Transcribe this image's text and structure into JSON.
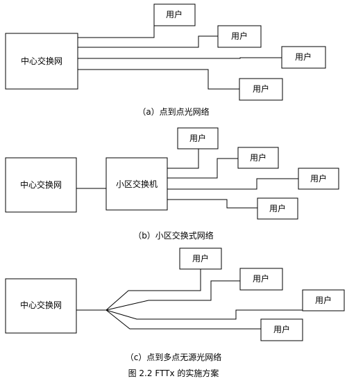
{
  "diagram_a": {
    "central_label": "中心交换网",
    "users": [
      "用户",
      "用户",
      "用户",
      "用户"
    ],
    "caption": "（a）点到点光网络"
  },
  "diagram_b": {
    "central_label": "中心交换网",
    "district_label": "小区交换机",
    "users": [
      "用户",
      "用户",
      "用户",
      "用户"
    ],
    "caption": "（b）小区交换式网络"
  },
  "diagram_c": {
    "central_label": "中心交换网",
    "users": [
      "用户",
      "用户",
      "用户",
      "用户"
    ],
    "caption": "（c）点到多点无源光网络"
  },
  "figure_caption": "图 2.2 FTTx 的实施方案"
}
